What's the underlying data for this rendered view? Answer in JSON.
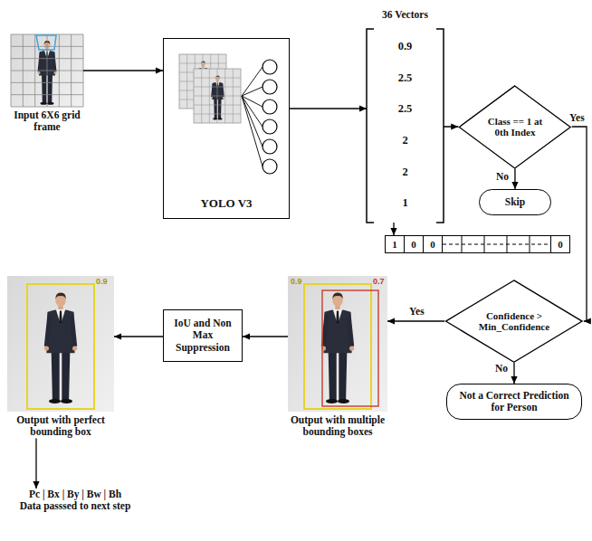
{
  "diagram": {
    "nodes": [
      {
        "text": [
          "Input 6X6 grid frame"
        ]
      },
      {
        "text": [
          "YOLO V3"
        ]
      },
      {
        "text": [
          "36 Vectors",
          "0.9",
          "2.5",
          "2.5",
          "2",
          "2",
          "1"
        ]
      },
      {
        "text": [
          "1",
          "0",
          "0",
          "0"
        ]
      },
      {
        "text": [
          "Class == 1 at 0th Index"
        ]
      },
      {
        "text": [
          "Skip"
        ]
      },
      {
        "text": [
          "Confidence > Min_Confidence"
        ]
      },
      {
        "text": [
          "Not a Correct Prediction for Person"
        ]
      },
      {
        "text": [
          "Output with multiple bounding boxes"
        ]
      },
      {
        "text": [
          "IoU and Non Max Suppression"
        ]
      },
      {
        "text": [
          "Output with perfect bounding box"
        ]
      },
      {
        "text": [
          "Pc | Bx | By | Bw | Bh",
          "Data passsed to next step"
        ]
      }
    ],
    "edges": [
      {
        "from": 0,
        "to": 1,
        "arrow": "to"
      },
      {
        "from": 1,
        "to": 2,
        "arrow": "to"
      },
      {
        "from": 2,
        "to": 4,
        "arrow": "to"
      },
      {
        "from": 2,
        "to": 3,
        "arrow": "to"
      },
      {
        "from": 4,
        "to": 5,
        "label": "No",
        "arrow": "to"
      },
      {
        "from": 4,
        "to": 6,
        "label": "Yes",
        "arrow": "to"
      },
      {
        "from": 6,
        "to": 8,
        "label": "Yes",
        "arrow": "to"
      },
      {
        "from": 6,
        "to": 7,
        "label": "No",
        "arrow": "to"
      },
      {
        "from": 8,
        "to": 9,
        "arrow": "to"
      },
      {
        "from": 9,
        "to": 10,
        "arrow": "to"
      },
      {
        "from": 10,
        "to": 11,
        "arrow": "to"
      }
    ],
    "labels": [
      "0.9",
      "0.7",
      "0.9"
    ]
  }
}
